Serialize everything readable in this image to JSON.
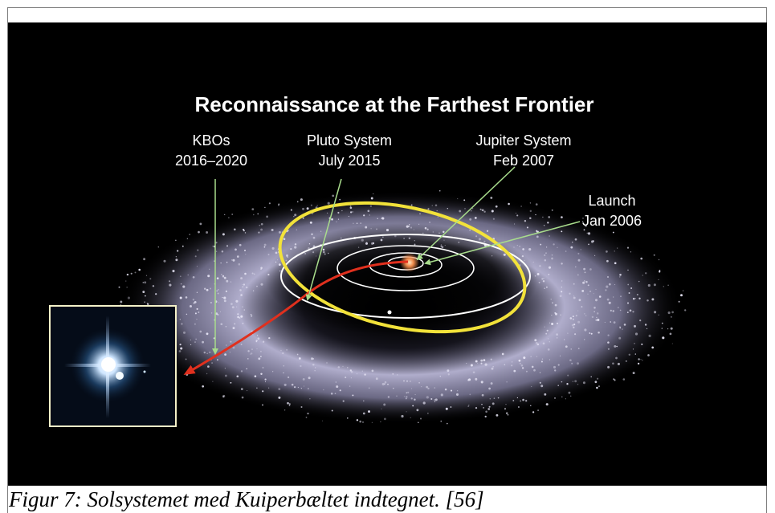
{
  "figure": {
    "title": "Reconnaissance at the Farthest Frontier",
    "labels": {
      "kbos_line1": "KBOs",
      "kbos_line2": "2016–2020",
      "pluto_line1": "Pluto System",
      "pluto_line2": "July 2015",
      "jupiter_line1": "Jupiter System",
      "jupiter_line2": "Feb 2007",
      "launch_line1": "Launch",
      "launch_line2": "Jan 2006"
    },
    "colors": {
      "background": "#000000",
      "pluto_orbit": "#f2e23a",
      "trajectory": "#e0301e",
      "pointer_arrows": "#a8dc8c",
      "inner_orbits": "#ffffff",
      "kuiper_belt": "#c7c4e0",
      "inset_border": "#f4f1c8"
    }
  },
  "caption": "Figur 7: Solsystemet med Kuiperbæltet indtegnet. [56]"
}
